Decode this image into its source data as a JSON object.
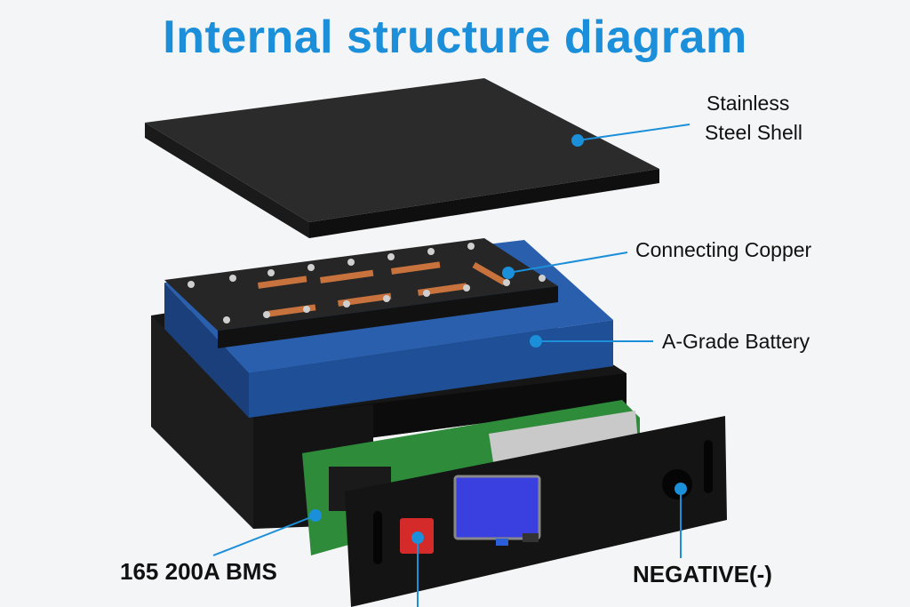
{
  "title": "Internal structure diagram",
  "labels": {
    "shell_line1": "Stainless",
    "shell_line2": "Steel Shell",
    "copper": "Connecting Copper",
    "battery": "A-Grade Battery",
    "bms": "165 200A BMS",
    "negative": "NEGATIVE(-)"
  },
  "colors": {
    "accent": "#1b8fd9",
    "battery": "#1f4f96",
    "pcb": "#2e8b3a",
    "button": "#d42a2a",
    "lcd": "#3a3fe0"
  }
}
